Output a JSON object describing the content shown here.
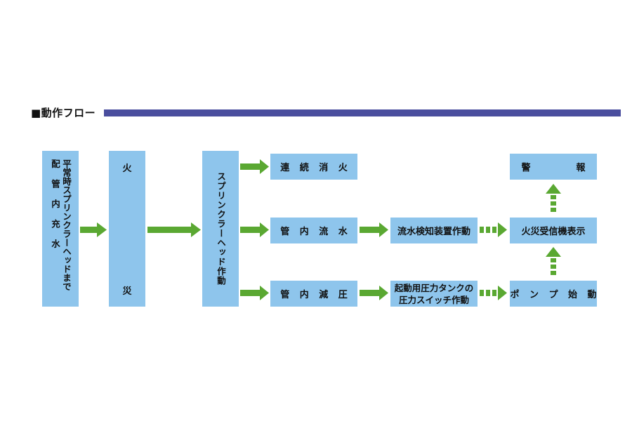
{
  "header": {
    "title": "■動作フロー"
  },
  "boxes": {
    "normal_line1": "平常時スプリンクラーヘッドまで",
    "normal_line2": "配管内充水",
    "fire_top": "火",
    "fire_bottom": "災",
    "sprinkler": "スプリンクラーヘッド作動",
    "continuous": "連 続 消 火",
    "pipe_flow": "管 内 流 水",
    "pipe_pressure": "管 内 減 圧",
    "flow_detect": "流水検知装置作動",
    "pump_switch_line1": "起動用圧力タンクの",
    "pump_switch_line2": "圧力スイッチ作動",
    "alarm": "警　　　　　報",
    "receiver": "火災受信機表示",
    "pump_start": "ポ ン プ 始 動"
  },
  "colors": {
    "box": "#8ec5ec",
    "arrow": "#5aa832",
    "header_bar": "#4a4e9e"
  }
}
